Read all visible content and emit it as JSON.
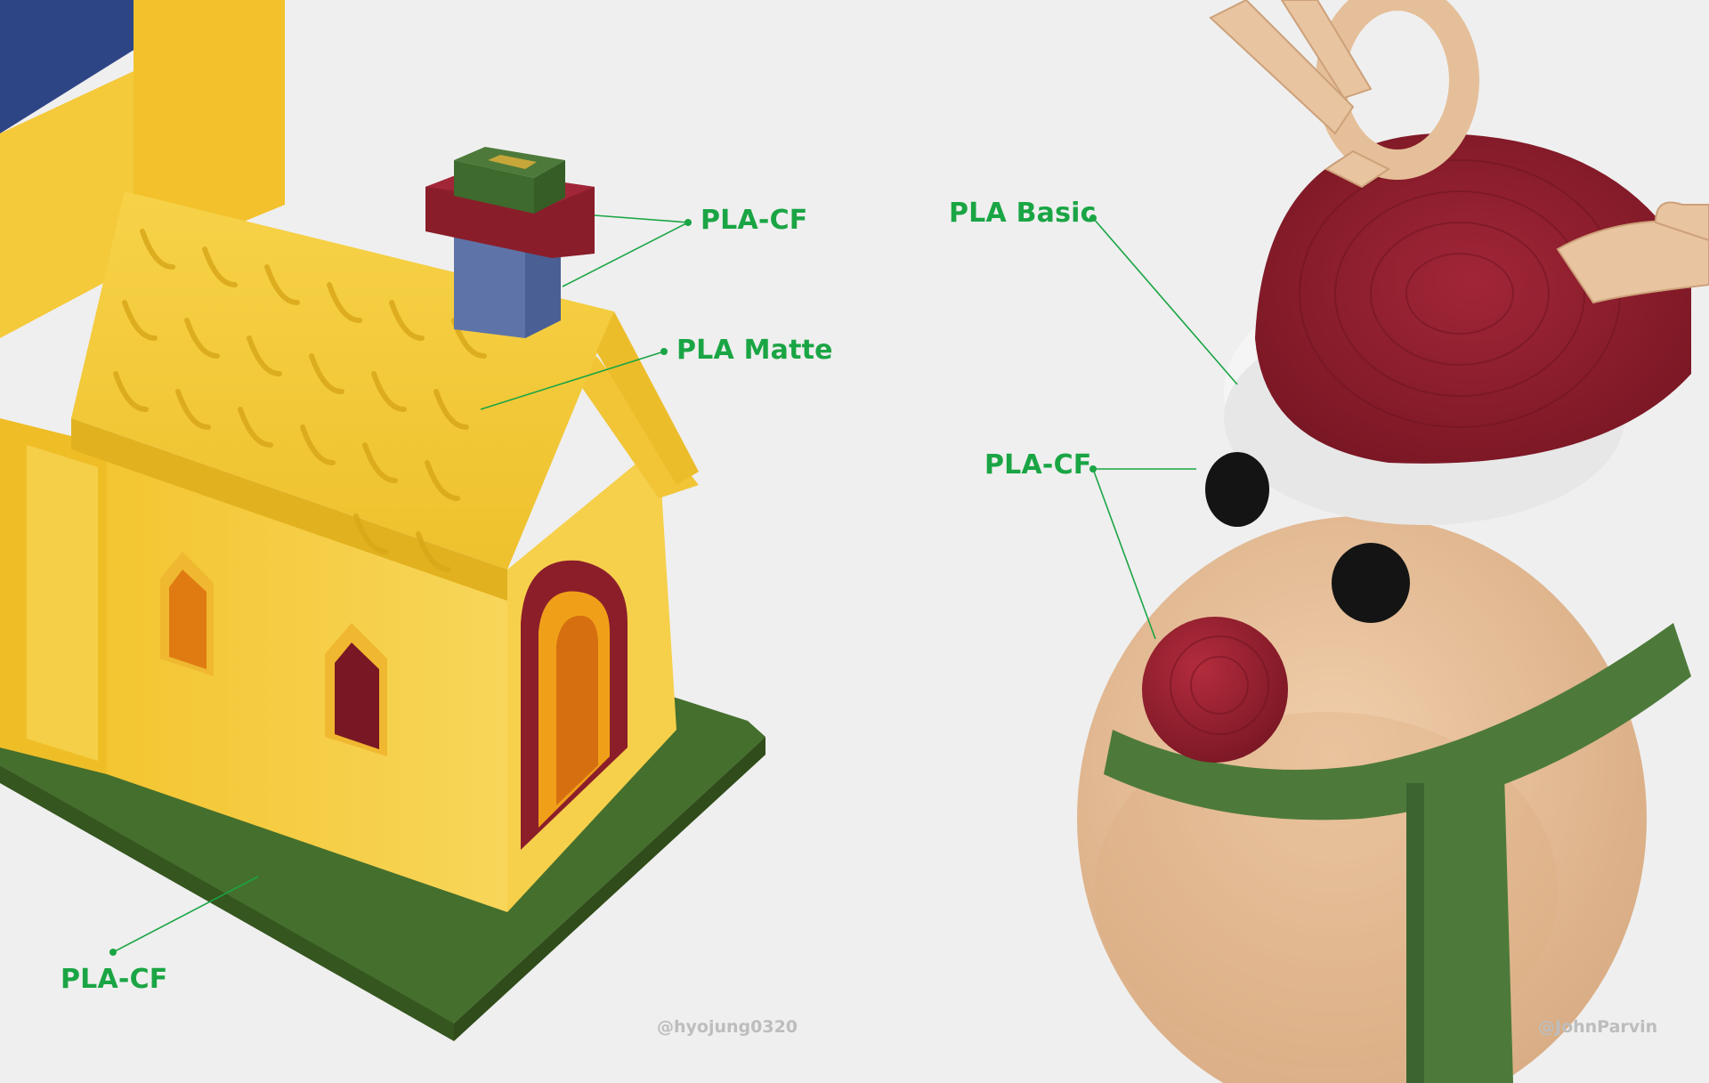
{
  "left_photo": {
    "labels": {
      "chimney_top": "PLA-CF",
      "roof": "PLA Matte",
      "base": "PLA-CF"
    },
    "credit": "@hyojung0320"
  },
  "right_photo": {
    "labels": {
      "hat": "PLA Basic",
      "face": "PLA-CF"
    },
    "credit": "@JohnParvin"
  },
  "colors": {
    "label_green": "#1aa544",
    "leader_line": "#1aa544",
    "background": "#efefef",
    "house_yellow": "#f6cd3c",
    "roof_blue": "#2f4a8c",
    "base_green": "#3f6b2a",
    "trim_red": "#8c1e2a",
    "reindeer_tan": "#e8c09a",
    "hat_red": "#8e1d2c",
    "scarf_green": "#4d7a3a"
  }
}
